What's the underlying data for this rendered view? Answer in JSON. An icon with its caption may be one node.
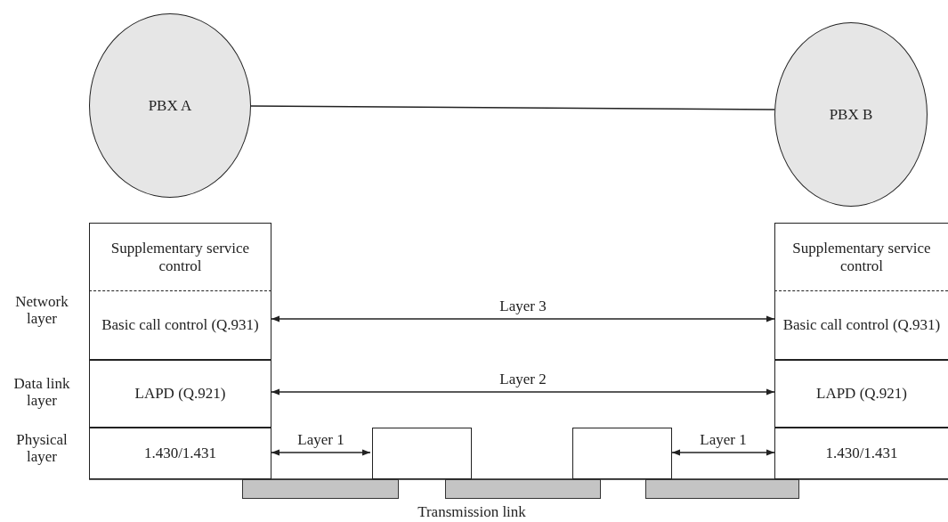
{
  "diagram": {
    "nodes": [
      {
        "text": [
          "PBX A"
        ]
      },
      {
        "text": [
          "PBX B"
        ]
      },
      {
        "text": [
          "Supplementary service control"
        ]
      },
      {
        "text": [
          "Basic call control (Q.931)"
        ]
      },
      {
        "text": [
          "LAPD (Q.921)"
        ]
      },
      {
        "text": [
          "1.430/1.431"
        ]
      },
      {
        "text": [
          "Supplementary service control"
        ]
      },
      {
        "text": [
          "Basic call control (Q.931)"
        ]
      },
      {
        "text": [
          "LAPD (Q.921)"
        ]
      },
      {
        "text": [
          "1.430/1.431"
        ]
      },
      {
        "text": [],
        "shape": "box"
      },
      {
        "text": [],
        "shape": "box"
      },
      {
        "text": [],
        "shape": "bar"
      },
      {
        "text": [],
        "shape": "bar"
      },
      {
        "text": [],
        "shape": "bar"
      }
    ],
    "edges": [
      {
        "from": 0,
        "to": 1,
        "arrow": "none"
      },
      {
        "from": 3,
        "to": 7,
        "arrow": "both",
        "label": "Layer 3"
      },
      {
        "from": 4,
        "to": 8,
        "arrow": "both",
        "label": "Layer 2"
      },
      {
        "from": 5,
        "to": 10,
        "arrow": "both",
        "label": "Layer 1"
      },
      {
        "from": 11,
        "to": 9,
        "arrow": "both",
        "label": "Layer 1"
      }
    ],
    "labels": [
      "Network layer",
      "Data link layer",
      "Physical layer",
      "Transmission link"
    ]
  }
}
